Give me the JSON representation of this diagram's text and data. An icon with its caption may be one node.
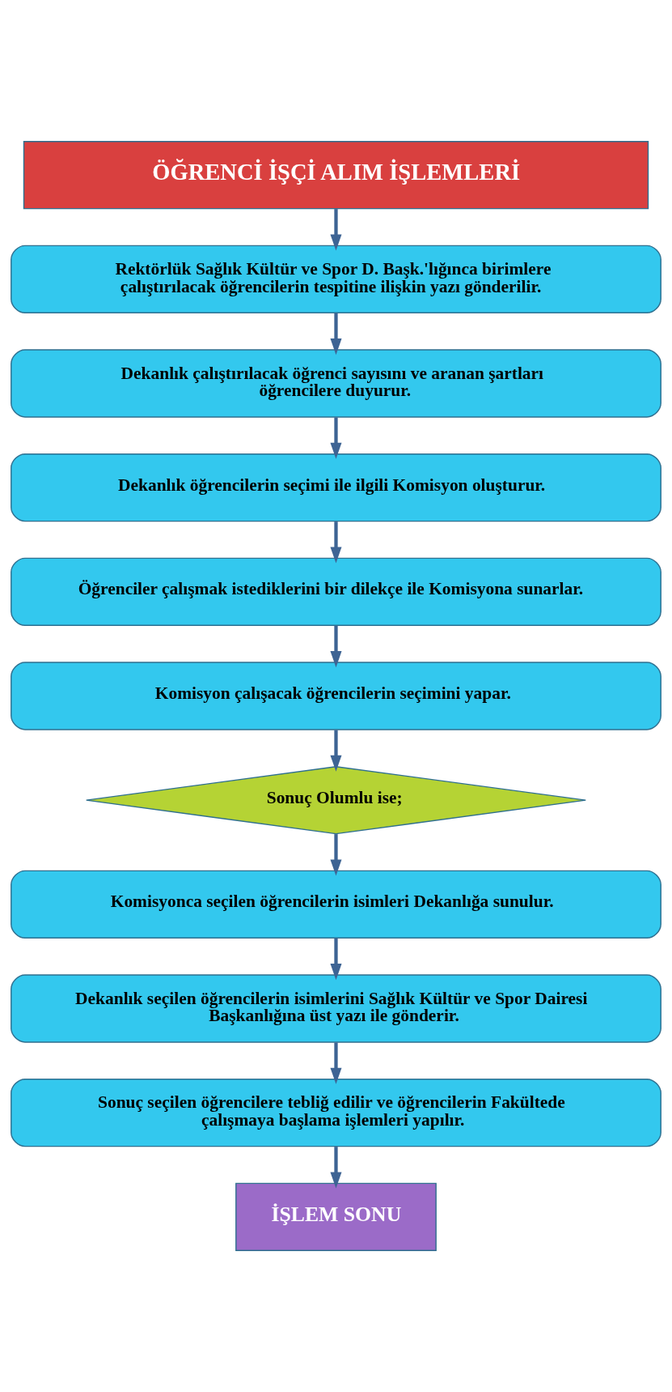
{
  "diagram": {
    "nodes": [
      {
        "text": [
          "ÖĞRENCİ İŞÇİ ALIM İŞLEMLERİ"
        ]
      },
      {
        "text": [
          "Rektörlük Sağlık Kültür ve Spor D. Başk.'lığınca birimlere çalıştırılacak öğrencilerin tespitine ilişkin yazı gönderilir."
        ]
      },
      {
        "text": [
          "Dekanlık çalıştırılacak öğrenci sayısını ve aranan şartları öğrencilere duyurur."
        ]
      },
      {
        "text": [
          "Dekanlık öğrencilerin seçimi ile ilgili Komisyon oluşturur."
        ]
      },
      {
        "text": [
          "Öğrenciler çalışmak istediklerini bir dilekçe ile Komisyona sunarlar."
        ]
      },
      {
        "text": [
          "Komisyon çalışacak öğrencilerin seçimini yapar."
        ]
      },
      {
        "text": [
          "Sonuç Olumlu ise;"
        ]
      },
      {
        "text": [
          "Komisyonca seçilen öğrencilerin isimleri Dekanlığa sunulur."
        ]
      },
      {
        "text": [
          "Dekanlık seçilen öğrencilerin isimlerini Sağlık Kültür ve Spor Dairesi Başkanlığına üst yazı ile gönderir."
        ]
      },
      {
        "text": [
          "Sonuç seçilen öğrencilere tebliğ edilir ve öğrencilerin Fakültede çalışmaya başlama işlemleri yapılır."
        ]
      },
      {
        "text": [
          "İŞLEM SONU"
        ]
      }
    ],
    "edges": [
      {
        "from": 0,
        "to": 1,
        "arrow": "to"
      },
      {
        "from": 1,
        "to": 2,
        "arrow": "to"
      },
      {
        "from": 2,
        "to": 3,
        "arrow": "to"
      },
      {
        "from": 3,
        "to": 4,
        "arrow": "to"
      },
      {
        "from": 4,
        "to": 5,
        "arrow": "to"
      },
      {
        "from": 5,
        "to": 6,
        "arrow": "to"
      },
      {
        "from": 6,
        "to": 7,
        "arrow": "to"
      },
      {
        "from": 7,
        "to": 8,
        "arrow": "to"
      },
      {
        "from": 8,
        "to": 9,
        "arrow": "to"
      },
      {
        "from": 9,
        "to": 10,
        "arrow": "to"
      }
    ]
  }
}
